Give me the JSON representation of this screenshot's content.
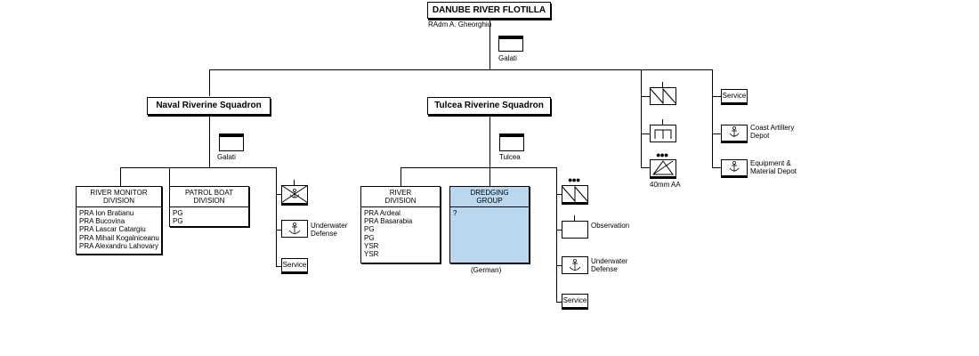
{
  "top": {
    "title": "DANUBE RIVER FLOTILLA",
    "commander": "RAdm A. Gheorghiu",
    "location": "Galati"
  },
  "naval_squadron": {
    "title": "Naval Riverine Squadron",
    "location": "Galati",
    "monitor_division": {
      "title_line1": "RIVER MONITOR",
      "title_line2": "DIVISION",
      "rows": [
        "PRA  Ion Bratianu",
        "PRA  Bucovina",
        "PRA  Lascar Catargiu",
        "PRA  Mihail Kogalniceanu",
        "PRA  Alexandru Lahovary"
      ]
    },
    "patrol_division": {
      "title_line1": "PATROL BOAT",
      "title_line2": "DIVISION",
      "rows": [
        "PG",
        "PG"
      ]
    },
    "underwater_label_1": "Underwater",
    "underwater_label_2": "Defense",
    "service_label": "Service"
  },
  "tulcea_squadron": {
    "title": "Tulcea Riverine Squadron",
    "location": "Tulcea",
    "river_division": {
      "title_line1": "RIVER",
      "title_line2": "DIVISION",
      "rows": [
        "PRA  Ardeal",
        "PRA  Basarabia",
        "PG",
        "PG",
        "YSR",
        "YSR"
      ]
    },
    "dredging_group": {
      "title_line1": "DREDGING",
      "title_line2": "GROUP",
      "rows": [
        "?"
      ],
      "note": "(German)"
    },
    "observation_label": "Observation",
    "underwater_label_1": "Underwater",
    "underwater_label_2": "Defense",
    "service_label": "Service"
  },
  "flotilla_units": {
    "aa_label": "40mm AA",
    "service_label": "Service",
    "coast_artillery_1": "Coast Artillery",
    "coast_artillery_2": "Depot",
    "equipment_1": "Equipment &",
    "equipment_2": "Material Depot"
  },
  "icons": [
    "flag-icon",
    "anchor-icon",
    "crossed-box-icon",
    "zigzag-icon",
    "bridge-icon",
    "triangle-icon"
  ],
  "colors": {
    "line": "#000000",
    "highlight": "#b9d7ef",
    "background": "#ffffff"
  }
}
